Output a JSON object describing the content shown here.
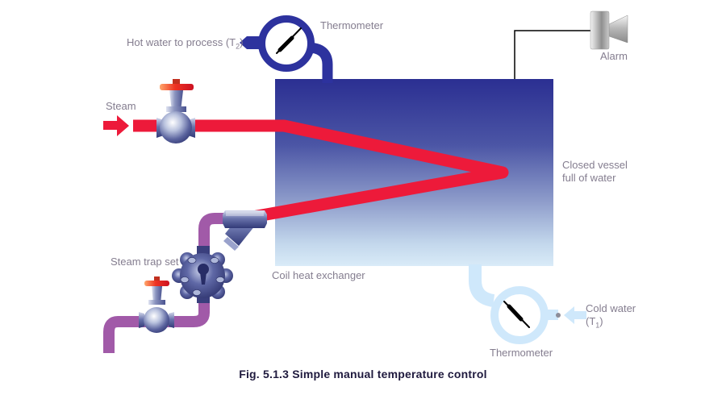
{
  "figure": {
    "caption": "Fig. 5.1.3 Simple manual temperature control"
  },
  "labels": {
    "steam": "Steam",
    "hot_water_prefix": "Hot water to process (T",
    "hot_water_sub": "2",
    "hot_water_suffix": ")",
    "thermometer_top": "Thermometer",
    "alarm": "Alarm",
    "closed_vessel_line1": "Closed vessel",
    "closed_vessel_line2": "full of water",
    "coil_heat_exchanger": "Coil heat exchanger",
    "steam_trap_set": "Steam trap set",
    "cold_water": "Cold water",
    "cold_water_sub_prefix": "(T",
    "cold_water_sub": "1",
    "cold_water_suffix": ")",
    "thermometer_bottom": "Thermometer"
  },
  "colors": {
    "steam_pipe": "#ed1a3a",
    "hot_water_pipe": "#2d329e",
    "condensate_pipe": "#a15aa8",
    "cold_water_pipe": "#cfe8fb",
    "vessel_top": "#2b2f92",
    "vessel_bottom": "#d9ebf8",
    "label_text": "#847d8f",
    "caption_text": "#1f1a3e",
    "alarm_line": "#000000",
    "needle": "#000000"
  }
}
